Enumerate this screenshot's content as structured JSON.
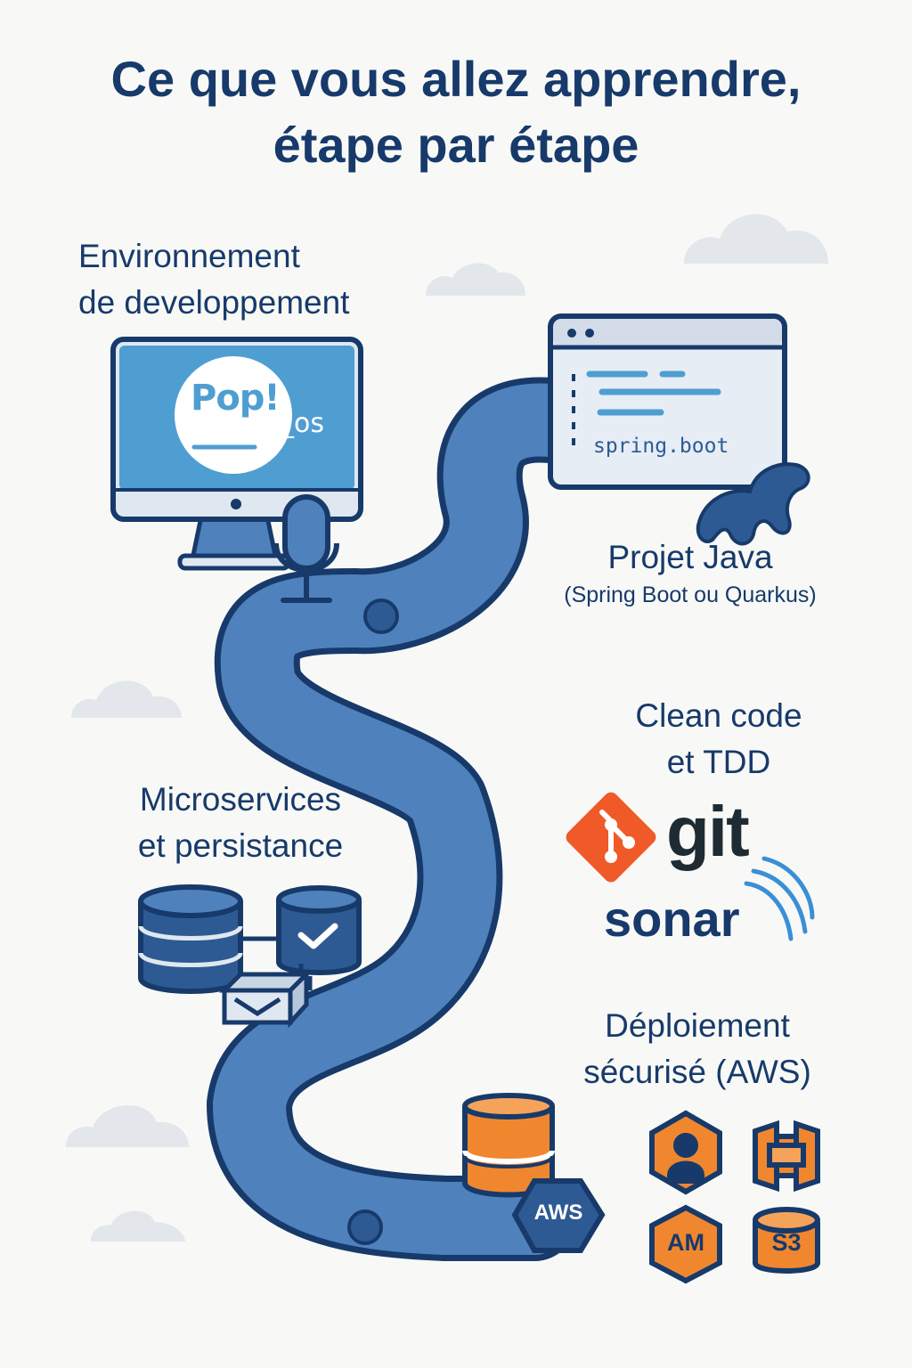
{
  "title": {
    "line1": "Ce que vous allez apprendre,",
    "line2": "étape par étape"
  },
  "steps": [
    {
      "line1": "Environnement",
      "line2": "de developpement"
    },
    {
      "line1": "Projet Java",
      "subtitle": "(Spring Boot ou Quarkus)"
    },
    {
      "line1": "Clean code",
      "line2": "et TDD"
    },
    {
      "line1": "Microservices",
      "line2": "et persistance"
    },
    {
      "line1": "Déploiement",
      "line2": "sécurisé (AWS)"
    }
  ],
  "logos": {
    "pop_os": "Pop!",
    "pop_os_suffix": "_os",
    "code_window": "spring.boot",
    "git": "git",
    "sonar": "sonar",
    "aws_badge": "AWS",
    "iam": "AM",
    "s3": "S3"
  },
  "colors": {
    "navy": "#173a6b",
    "road": "#4f82bc",
    "screen": "#4f9ed2",
    "orange": "#f0872f",
    "git_orange": "#f05a28",
    "cloud": "#e3e7ec"
  },
  "icons": [
    "cloud-icon",
    "monitor-icon",
    "microphone-icon",
    "code-window-icon",
    "bird-icon",
    "git-icon",
    "sonar-waves-icon",
    "database-icon",
    "check-icon",
    "mail-icon",
    "aws-bucket-icon",
    "aws-user-icon",
    "aws-gateway-icon"
  ]
}
